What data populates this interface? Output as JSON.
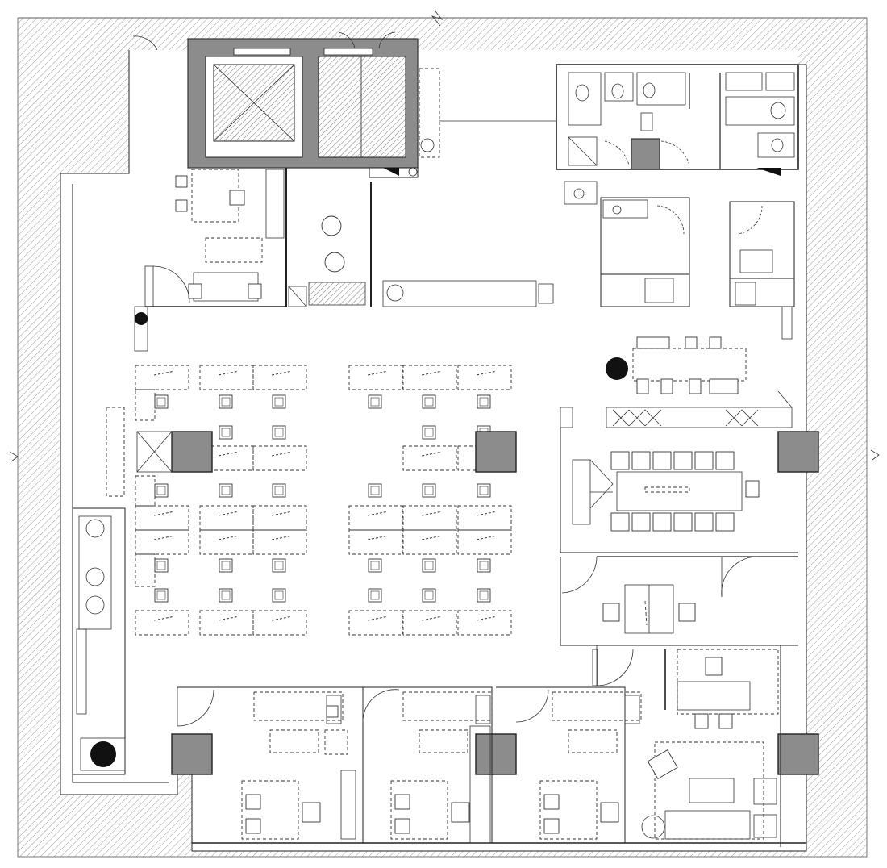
{
  "plan": {
    "elements": {
      "outer_hatch": "building-envelope-hatch",
      "elevator_core": "elevator-core",
      "restrooms": "restroom-block",
      "open_office": "open-office-workstations",
      "conference_room": "conference-room",
      "private_offices": "private-offices",
      "reception": "reception-area",
      "pantry": "pantry-area"
    },
    "colors": {
      "wall": "#222222",
      "column": "#8c8c8c",
      "hatch": "#9a9a9a",
      "background": "#ffffff"
    }
  }
}
